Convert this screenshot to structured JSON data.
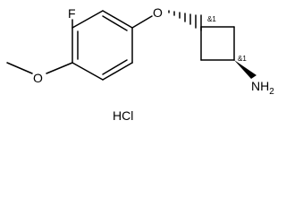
{
  "molecule": {
    "atoms": {
      "fluorine": "F",
      "ether_oxygen": "O",
      "methoxy_oxygen": "O",
      "amine": "NH",
      "amine_subscript": "2",
      "salt": "HCl"
    },
    "stereo_labels": {
      "c1": "&1",
      "c3": "&1"
    },
    "wedge_color": "#000000"
  }
}
